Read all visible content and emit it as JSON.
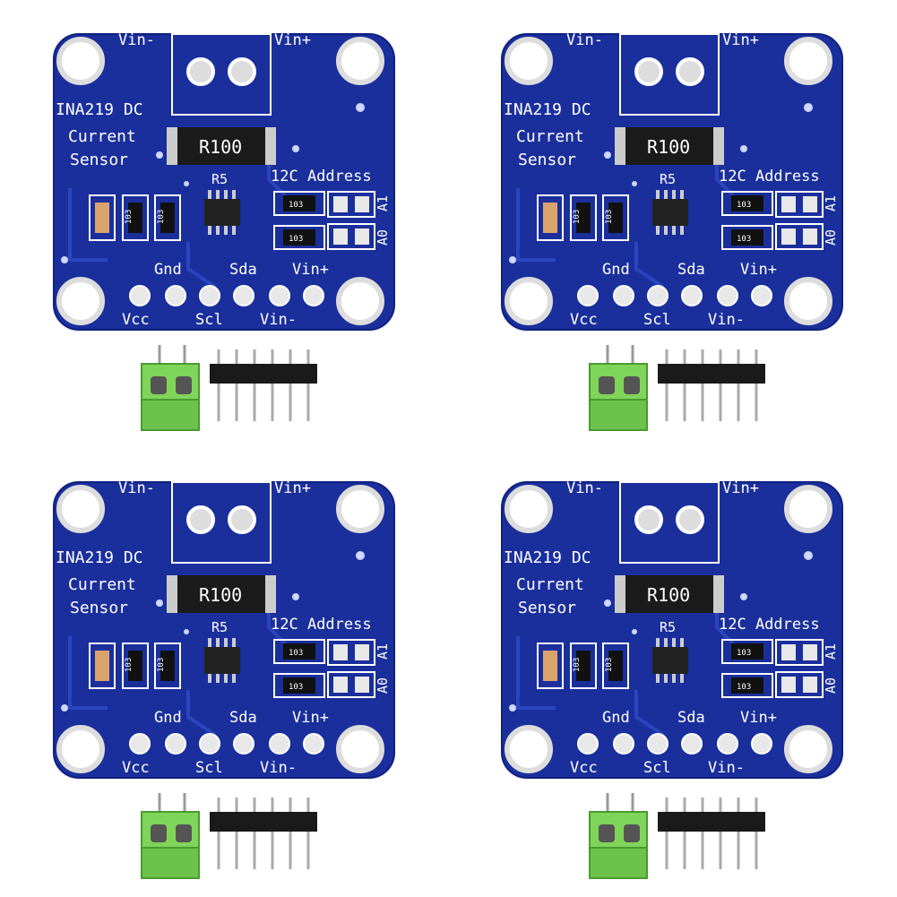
{
  "board": {
    "title_line1": "INA219 DC",
    "title_line2": "Current",
    "title_line3": "Sensor",
    "shunt_label": "R100",
    "shunt_ref": "R5",
    "addr_heading": "12C Address",
    "addr_a1": "A1",
    "addr_a0": "A0",
    "resistor_code": "103",
    "top_left_pin": "Vin-",
    "top_right_pin": "Vin+",
    "pins_top": [
      "Gnd",
      "Sda",
      "Vin+"
    ],
    "pins_bottom": [
      "Vcc",
      "Scl",
      "Vin-"
    ]
  },
  "colors": {
    "pcb": "#1a2f9c",
    "pcb_edge": "#102080",
    "silkscreen": "#ffffff",
    "pad": "#e8e8e8",
    "terminal": "#7fd45a",
    "header": "#1a1a1a"
  }
}
